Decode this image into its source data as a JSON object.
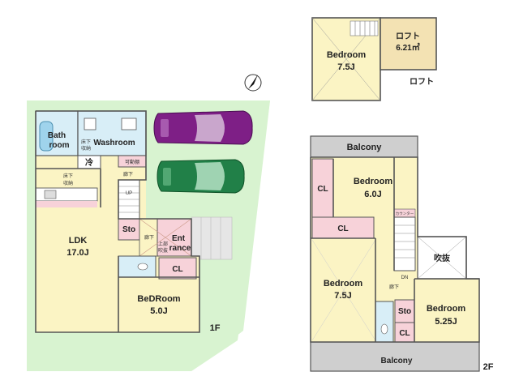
{
  "floor1": {
    "level": "1F",
    "ldk": {
      "name": "LDK",
      "size": "17.0J"
    },
    "bathroom": {
      "line1": "Bath",
      "line2": "room"
    },
    "washroom": "Washroom",
    "storage_floor": {
      "line1": "床下",
      "line2": "収納"
    },
    "fridge": "冷",
    "movable_shelf": "可動棚",
    "hall": "廊下",
    "stairs_up": "UP",
    "kitchen_storage": {
      "line1": "床下",
      "line2": "収納"
    },
    "sto": "Sto",
    "entrance": {
      "line1": "Ent",
      "line2": "rance"
    },
    "upper_void": {
      "line1": "上部",
      "line2": "吹抜"
    },
    "hall2": "廊下",
    "cl": "CL",
    "bedroom": {
      "name": "BeDRoom",
      "size": "5.0J"
    }
  },
  "loft": {
    "bedroom": {
      "name": "Bedroom",
      "size": "7.5J"
    },
    "loft_room": {
      "name": "ロフト",
      "size": "6.21㎡"
    },
    "caption": "ロフト"
  },
  "floor2": {
    "level": "2F",
    "balcony_top": "Balcony",
    "balcony_bottom": "Balcony",
    "cl_left": "CL",
    "bedroom_a": {
      "name": "Bedroom",
      "size": "6.0J"
    },
    "cl_mid": "CL",
    "counter": "カウンター",
    "void": "吹抜",
    "bedroom_b": {
      "name": "Bedroom",
      "size": "7.5J"
    },
    "dn": "DN",
    "hall": "廊下",
    "sto": "Sto",
    "bedroom_c": {
      "name": "Bedroom",
      "size": "5.25J"
    },
    "cl_small": "CL"
  },
  "colors": {
    "lot": "#d8f3d0",
    "floor": "#fbf4c4",
    "wet": "#d8eef7",
    "closet": "#f7d2d9",
    "loft": "#f3e2b3",
    "balcony": "#cfcfcf",
    "car1": "#7e1f86",
    "car2": "#218048"
  }
}
